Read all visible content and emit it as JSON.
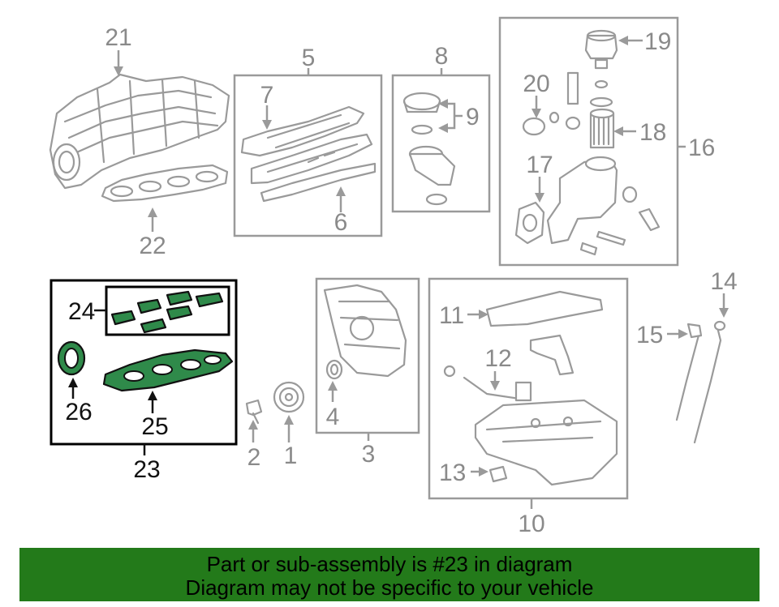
{
  "callouts": {
    "c1": "1",
    "c2": "2",
    "c3": "3",
    "c4": "4",
    "c5": "5",
    "c6": "6",
    "c7": "7",
    "c8": "8",
    "c9": "9",
    "c10": "10",
    "c11": "11",
    "c12": "12",
    "c13": "13",
    "c14": "14",
    "c15": "15",
    "c16": "16",
    "c17": "17",
    "c18": "18",
    "c19": "19",
    "c20": "20",
    "c21": "21",
    "c22": "22",
    "c23": "23",
    "c24": "24",
    "c25": "25",
    "c26": "26"
  },
  "highlight": {
    "part": "23",
    "color": "#2f8a4a"
  },
  "banner": {
    "line1": "Part or sub-assembly is #23 in diagram",
    "line2": "Diagram may not be specific to your vehicle",
    "background": "#237a1a"
  }
}
